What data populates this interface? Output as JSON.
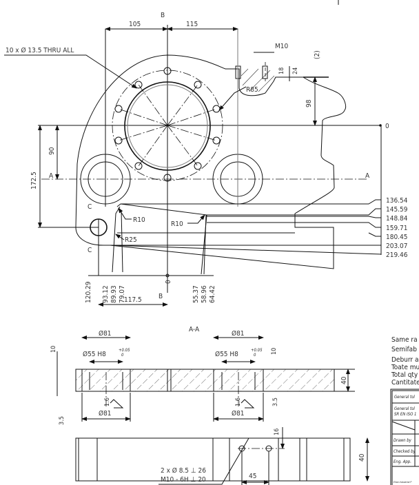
{
  "top_view": {
    "section_mark_b": "B",
    "dim_left_width": "105",
    "dim_right_width": "115",
    "hole_callout": "10 x Ø 13.5 THRU ALL",
    "thread_label": "M10",
    "dim_2": "(2)",
    "dim_18": "18",
    "dim_24": "24",
    "dim_98": "98",
    "radius_r85": "R85",
    "origin_label": "0",
    "dim_90": "90",
    "dim_172_5": "172.5",
    "section_mark_a": "A",
    "section_mark_c": "C",
    "radius_r10": "R10",
    "radius_r25": "R25",
    "dim_117_5": "117.5",
    "ordinates_right": [
      "136.54",
      "145.59",
      "148.84",
      "159.71",
      "180.45",
      "203.07",
      "219.46"
    ],
    "ordinates_bottom": [
      "120.29",
      "93.12",
      "89.93",
      "79.07",
      "0",
      "55.37",
      "58.96",
      "64.42"
    ]
  },
  "section_view": {
    "title": "A-A",
    "dia_81": "Ø81",
    "dia_55_fit": "Ø55 H8",
    "tol_upper": "+0.05",
    "tol_lower": "0",
    "dim_10": "10",
    "dim_3_5": "3.5",
    "dim_40": "40",
    "roughness": "1.6"
  },
  "bottom_view": {
    "dim_16": "16",
    "dim_40": "40",
    "dim_45": "45",
    "callout_line1": "2 x Ø 8.5 ⊥ 26",
    "callout_line2": "M10 - 6H ⊥ 20"
  },
  "notes": [
    "Same ra",
    "Semifab",
    "Deburr a",
    "Toate mu",
    "Total qty",
    "Cantitate"
  ],
  "title_block": {
    "general_tol_1": "General tol",
    "general_tol_2a": "General tol",
    "general_tol_2b": "SR EN ISO 1",
    "drawn_by": "Drawn by",
    "checked_by": "Checked by",
    "eng_app": "Eng. App.",
    "footer": "Ellan Industrial P"
  }
}
